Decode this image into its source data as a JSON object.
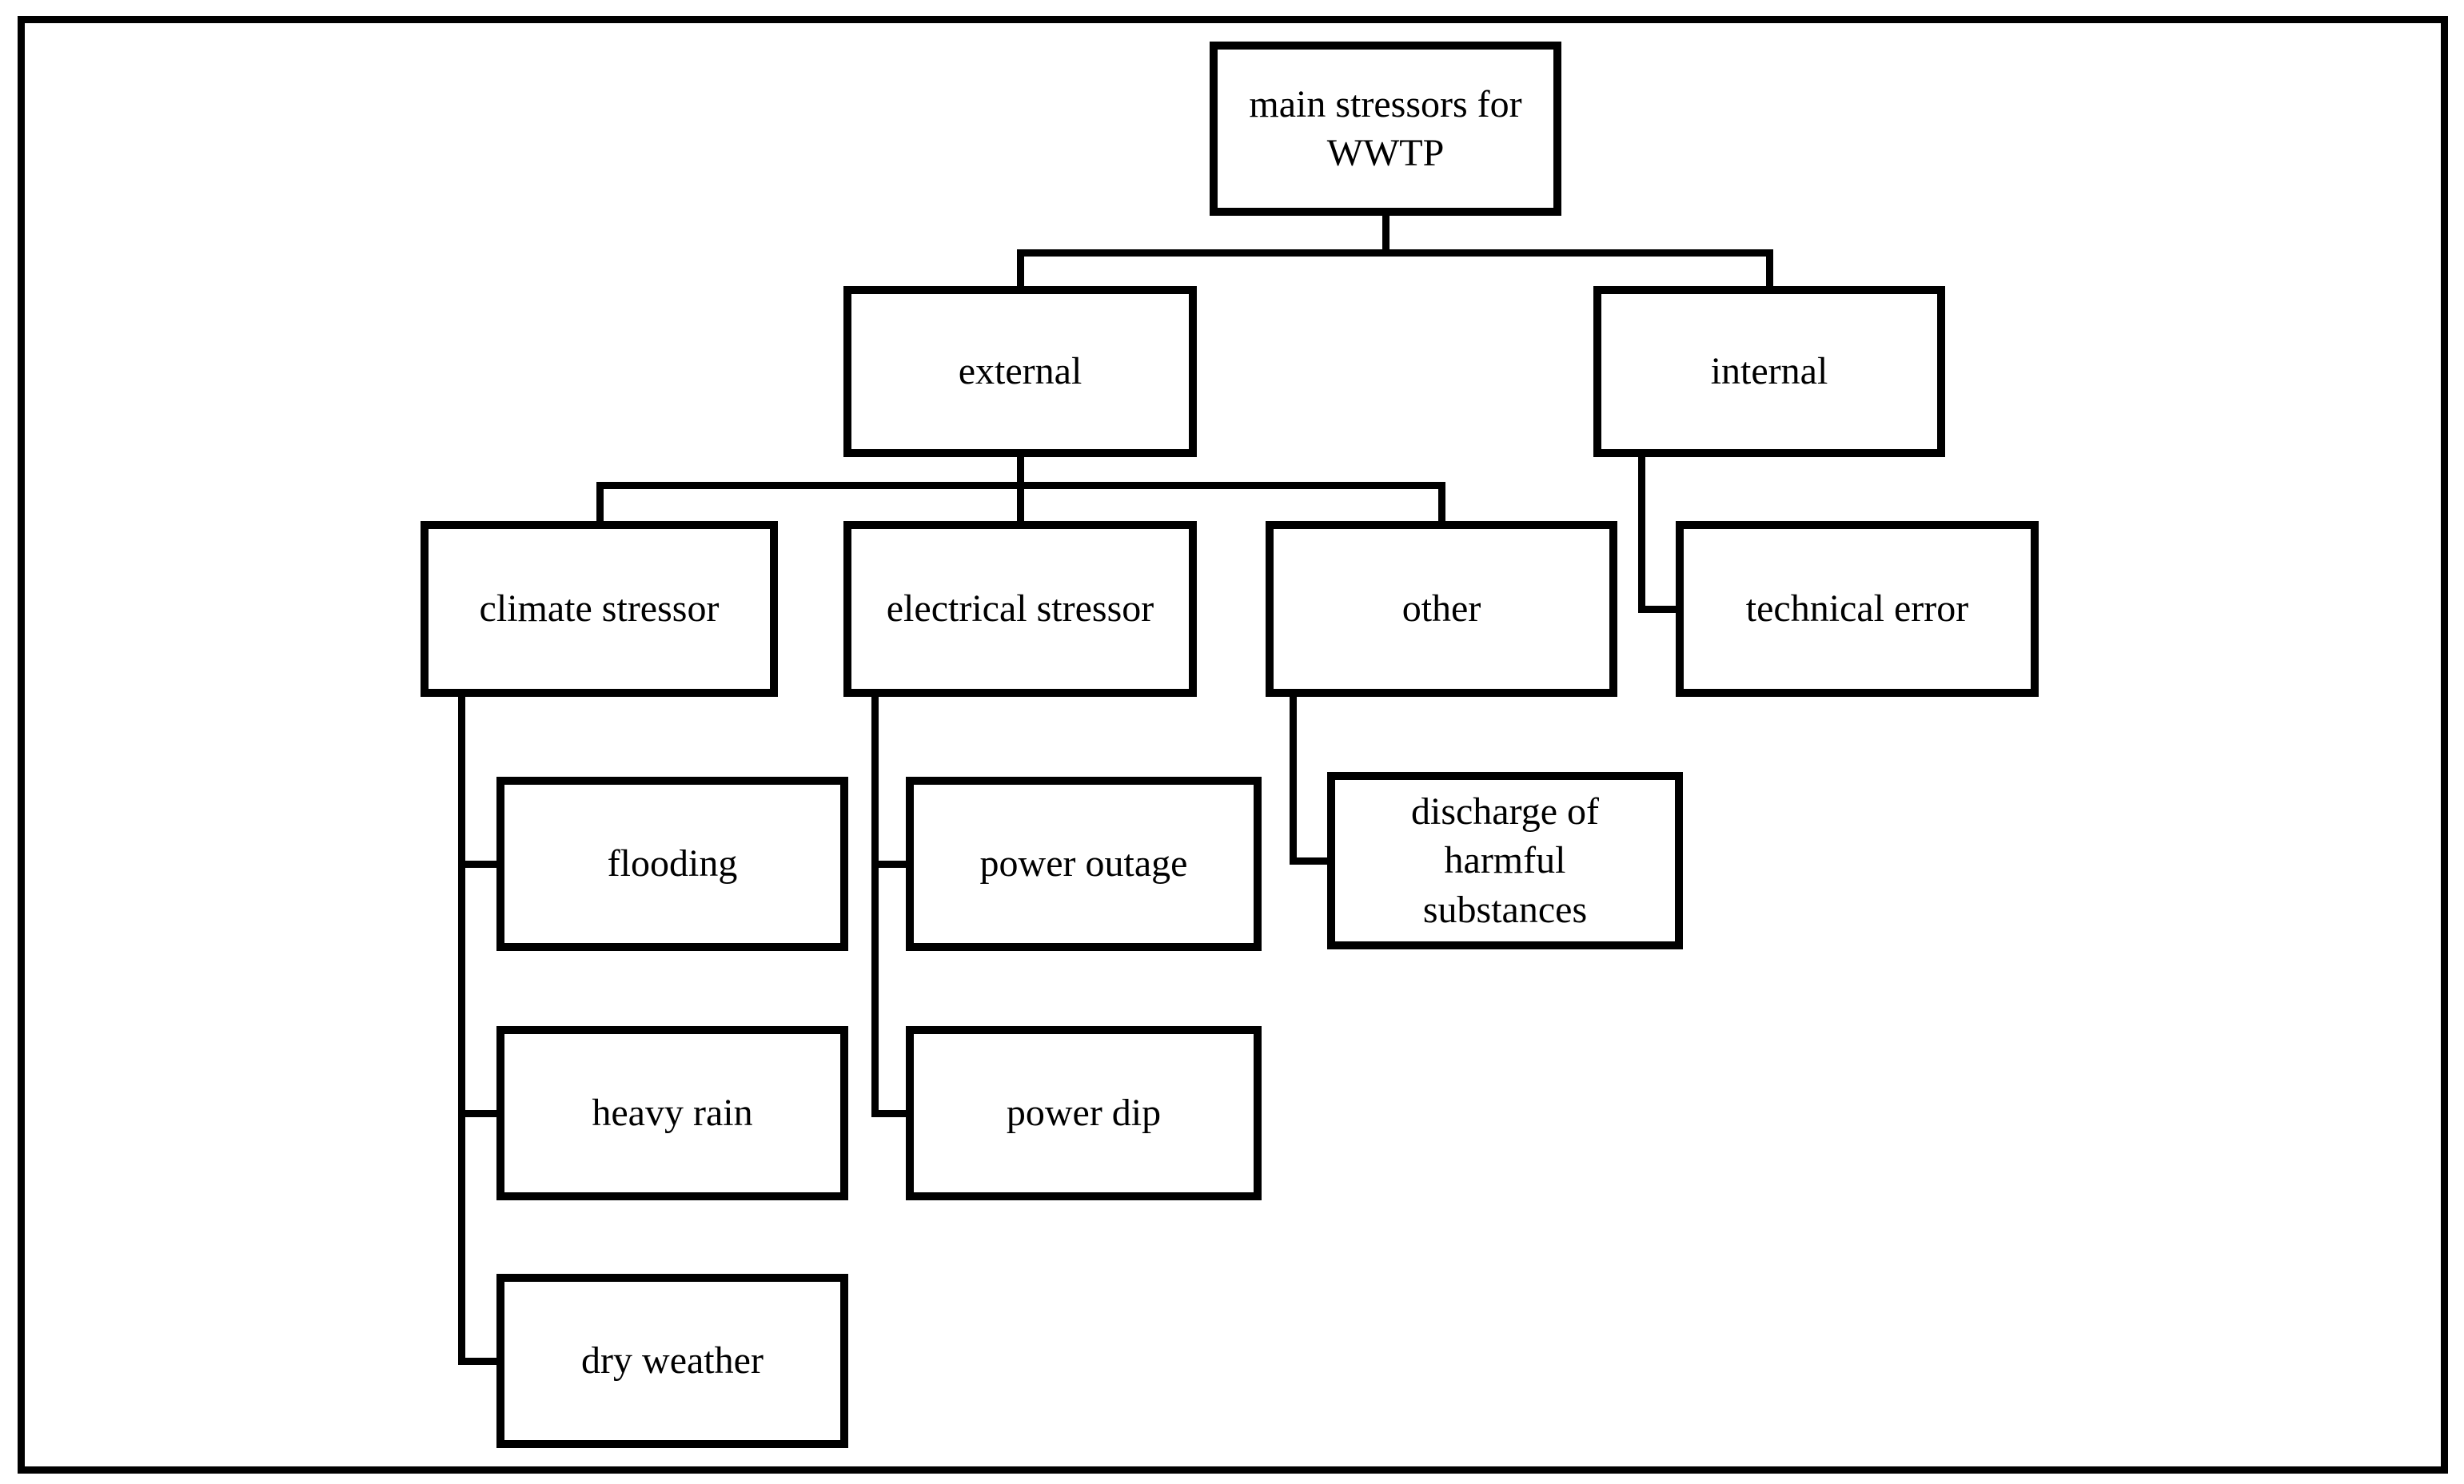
{
  "diagram": {
    "nodes": {
      "root": "main stressors for WWTP",
      "external": "external",
      "internal": "internal",
      "climate": "climate stressor",
      "electrical": "electrical stressor",
      "other": "other",
      "technical": "technical error",
      "flooding": "flooding",
      "power_outage": "power outage",
      "discharge": "discharge of harmful substances",
      "heavy_rain": "heavy rain",
      "power_dip": "power dip",
      "dry_weather": "dry weather"
    },
    "edges": [
      {
        "from": "root",
        "to": "external"
      },
      {
        "from": "root",
        "to": "internal"
      },
      {
        "from": "external",
        "to": "climate"
      },
      {
        "from": "external",
        "to": "electrical"
      },
      {
        "from": "external",
        "to": "other"
      },
      {
        "from": "internal",
        "to": "technical"
      },
      {
        "from": "climate",
        "to": "flooding"
      },
      {
        "from": "climate",
        "to": "heavy_rain"
      },
      {
        "from": "climate",
        "to": "dry_weather"
      },
      {
        "from": "electrical",
        "to": "power_outage"
      },
      {
        "from": "electrical",
        "to": "power_dip"
      },
      {
        "from": "other",
        "to": "discharge"
      }
    ],
    "colors": {
      "line": "#000000",
      "box_border": "#000000",
      "box_fill": "#ffffff",
      "background": "#ffffff",
      "text": "#000000"
    }
  }
}
